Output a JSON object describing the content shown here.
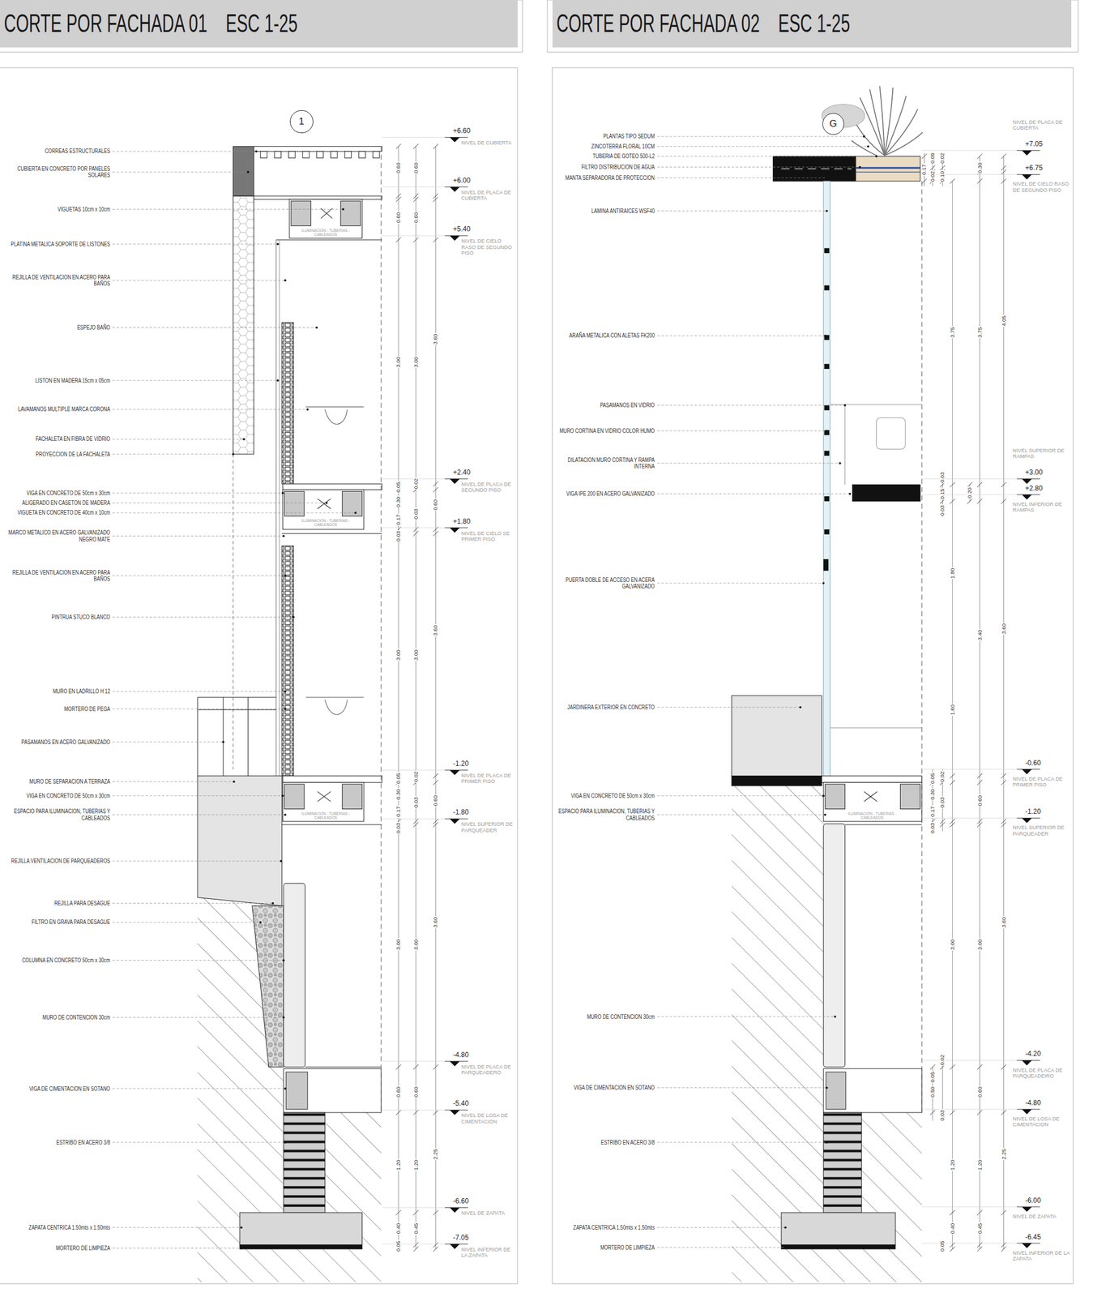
{
  "diagram": {
    "nodes": [
      {
        "text": [
          "CORTE POR FACHADA 01    ESC 1-25"
        ]
      },
      {
        "text": [
          "CORTE POR FACHADA 02    ESC 1-25"
        ]
      },
      {
        "text": [
          "1"
        ]
      },
      {
        "text": [
          "G"
        ]
      }
    ],
    "labels": [
      "CORREAS ESTRUCTURALES",
      "CUBIERTA EN CONCRETO POR PANELES SOLARES",
      "VIGUETAS 10cm x 10cm",
      "PLATINA METALICA SOPORTE DE LISTONES",
      "REJILLA DE VENTILACION EN ACERO PARA BAÑOS",
      "ESPEJO BAÑO",
      "LISTON EN MADERA 15cm x 05cm",
      "LAVAMANOS MULTIPLE MARCA CORONA",
      "FACHALETA EN FIBRA DE VIDRIO",
      "PROYECCION DE LA FACHALETA",
      "VIGA EN CONCRETO DE 50cm x 30cm",
      "ALIGERADO EN CASETON DE MADERA",
      "VIGUETA EN CONCRETO DE 40cm x 10cm",
      "MARCO METALICO EN ACERO GALVANIZADO NEGRO MATE",
      "REJILLA DE VENTILACION EN ACERO PARA BAÑOS",
      "PINTRUA STUCO BLANCO",
      "MURO EN LADRILLO H 12",
      "MORTERO DE PEGA",
      "PASAMANOS EN ACERO GALVANIZADO",
      "MURO DE SEPARACION A TERRAZA",
      "VIGA EN CONCRETO DE 50cm x 30cm",
      "ESPACIO PARA ILUMINACION, TUBERIAS Y CABLEADOS",
      "REJILLA VENTILACION DE PARQUEADEROS",
      "REJILLA PARA DESAGUE",
      "FILTRO EN GRAVA PARA DESAGUE",
      "COLUMNA EN CONCRETO 50cm x 30cm",
      "MURO DE CONTENCION 30cm",
      "VIGA DE CIMENTACION EN SOTANO",
      "ESTRIBO EN ACERO 3/8",
      "ZAPATA CENTRICA 1.50mts x 1.50mts",
      "MORTERO DE LIMPIEZA",
      "+6.60",
      "NIVEL DE CUBIERTA",
      "+6.00",
      "NIVEL DE PLACA DE CUBIERTA",
      "+5.40",
      "NIVEL DE CIELO RASO DE SEGUNDO PISO",
      "+2.40",
      "NIVEL DE PLACA DE SEGUNDO PISO",
      "+1.80",
      "NIVEL DE CIELO SE PRIMER PISO",
      "-1.20",
      "NIVEL DE PLACA DE PRIMER PISO",
      "-1.80",
      "NIVEL SUPERIOR DE PARQUEADER",
      "-4.80",
      "NIVEL DE PLACA DE PARQUEADERO",
      "-5.40",
      "NIVEL DE LOSA DE CIMENTACION",
      "-6.60",
      "NIVEL DE ZAPATA",
      "-7.05",
      "NIVEL INFERIOR DE LA ZAPATA",
      "0.60",
      "0.60",
      "3.00",
      "0.05",
      "0.30",
      "0.17",
      "0.03",
      "3.00",
      "0.05",
      "0.30",
      "0.17",
      "0.03",
      "3.00",
      "0.60",
      "1.20",
      "0.40",
      "0.05",
      "0.60",
      "0.60",
      "3.00",
      "0.02",
      "0.03",
      "3.00",
      "0.02",
      "0.03",
      "3.00",
      "0.60",
      "1.20",
      "0.45",
      "3.60",
      "0.60",
      "3.60",
      "0.60",
      "3.60",
      "2.25",
      "ILUMINACION - TUBERIAS - CABLEADOS",
      "ILUMINACION - TUBERIAS - CABLEADOS",
      "ILUMINACION - TUBERIAS - CABLEADOS",
      "PLANTAS TIPO SEDUM",
      "ZINCOTERRA FLORAL 10CM",
      "TUBERIA DE GOTEO 500-L2",
      "FILTRO DISTRIBUCION DE AGUA",
      "MANTA SEPARADORA DE PROTECCION",
      "LAMINA ANTIRAICES WSF40",
      "ARAÑA METALICA CON ALETAS FK200",
      "PASAMANOS EN VIDRIO",
      "MURO CORTINA EN VIDRIO COLOR HUMO",
      "DILATACION MURO CORTINA Y RAMPA INTERNA",
      "VIGA IPE 200 EN ACERO GALVANIZADO",
      "PUERTA DOBLE DE ACCESO EN ACERA GALVANIZADO",
      "JARDINERA EXTERIOR EN CONCRETO",
      "VIGA EN CONCRETO DE 50cm x 30cm",
      "ESPACIO PARA ILUMINACION, TUBERIAS Y CABLEADOS",
      "MURO DE CONTENCION 30cm",
      "VIGA DE CIMENTACION EN SOTANO",
      "ESTRIBO EN ACERO 3/8",
      "ZAPATA CENTRICA 1.50mts x 1.50mts",
      "MORTERO DE LIMPIEZA",
      "NIVEL DE PLACA DE CUBIERTA",
      "+7.05",
      "+6.75",
      "NIVEL DE CIELO RASO DE SEGUNDO PISO",
      "NIVEL SUPERIOR DE RAMPAS",
      "+3.00",
      "+2.80",
      "NIVEL INFERIOR DE RAMPAS",
      "-0.60",
      "NIVEL DE PLACA DE PRIMER PISO",
      "-1.20",
      "NIVEL SUPERIOR DE PARQUEADER",
      "-4.20",
      "NIVEL DE PLACA DE PARQUEADEIRO",
      "-4.80",
      "NIVEL DE LOSA DE CIMENTACION",
      "-6.00",
      "NIVEL DE ZAPATA",
      "-6.45",
      "NIVEL INFERIOR DE LA ZAPATA",
      "0.17",
      "0.09",
      "0.02",
      "0.02",
      "0.10",
      "0.30",
      "3.75",
      "3.75",
      "4.05",
      "0.03",
      "0.15",
      "0.03",
      "0.20",
      "1.80",
      "3.40",
      "3.60",
      "1.60",
      "0.05",
      "0.02",
      "0.30",
      "0.03",
      "0.17",
      "0.03",
      "0.60",
      "3.00",
      "3.00",
      "3.60",
      "0.02",
      "0.05",
      "0.50",
      "0.03",
      "0.60",
      "1.20",
      "1.20",
      "2.25",
      "0.40",
      "0.05",
      "0.45",
      "ILUMINACION - TUBERIAS - CABLEADOS"
    ]
  }
}
